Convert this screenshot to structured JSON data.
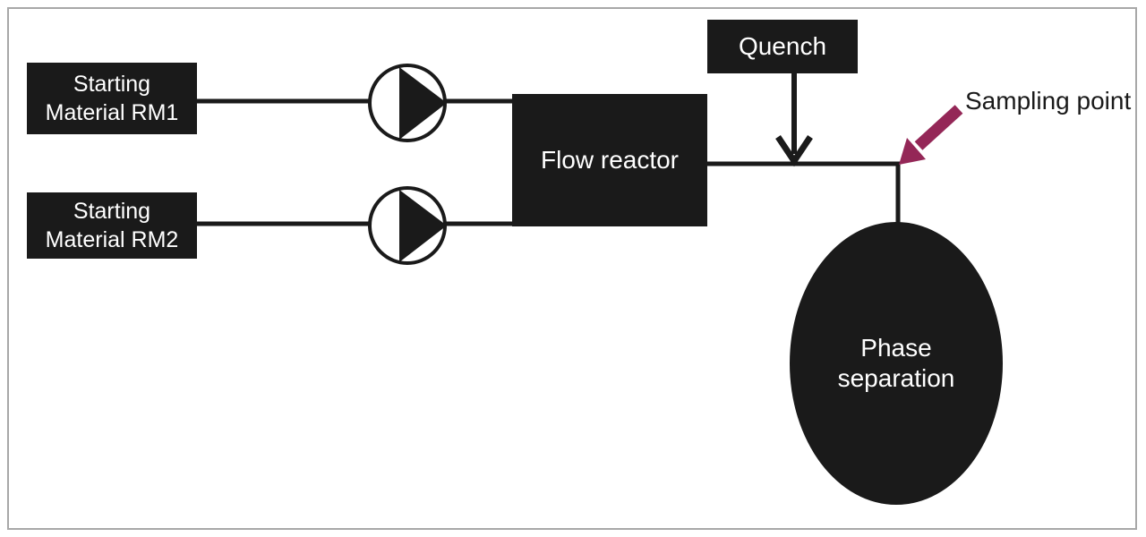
{
  "diagram": {
    "type": "process-flow",
    "nodes": {
      "rm1": {
        "line1": "Starting",
        "line2": "Material RM1"
      },
      "rm2": {
        "line1": "Starting",
        "line2": "Material RM2"
      },
      "reactor": {
        "label": "Flow reactor"
      },
      "quench": {
        "label": "Quench"
      },
      "phase_separation": {
        "line1": "Phase",
        "line2": "separation"
      }
    },
    "annotations": {
      "sampling_point": {
        "label": "Sampling point"
      }
    },
    "icons": {
      "pump_1": "pump-icon (circle with right-pointing triangle)",
      "pump_2": "pump-icon (circle with right-pointing triangle)",
      "quench_arrow": "arrow-down-icon",
      "sampling_arrow": "arrow-diagonal-down-left-icon"
    },
    "colors": {
      "node_fill": "#1a1a1a",
      "node_text": "#ffffff",
      "line": "#1a1a1a",
      "sampling_arrow": "#942757",
      "frame_border": "#a8a8a8",
      "background": "#ffffff"
    }
  }
}
